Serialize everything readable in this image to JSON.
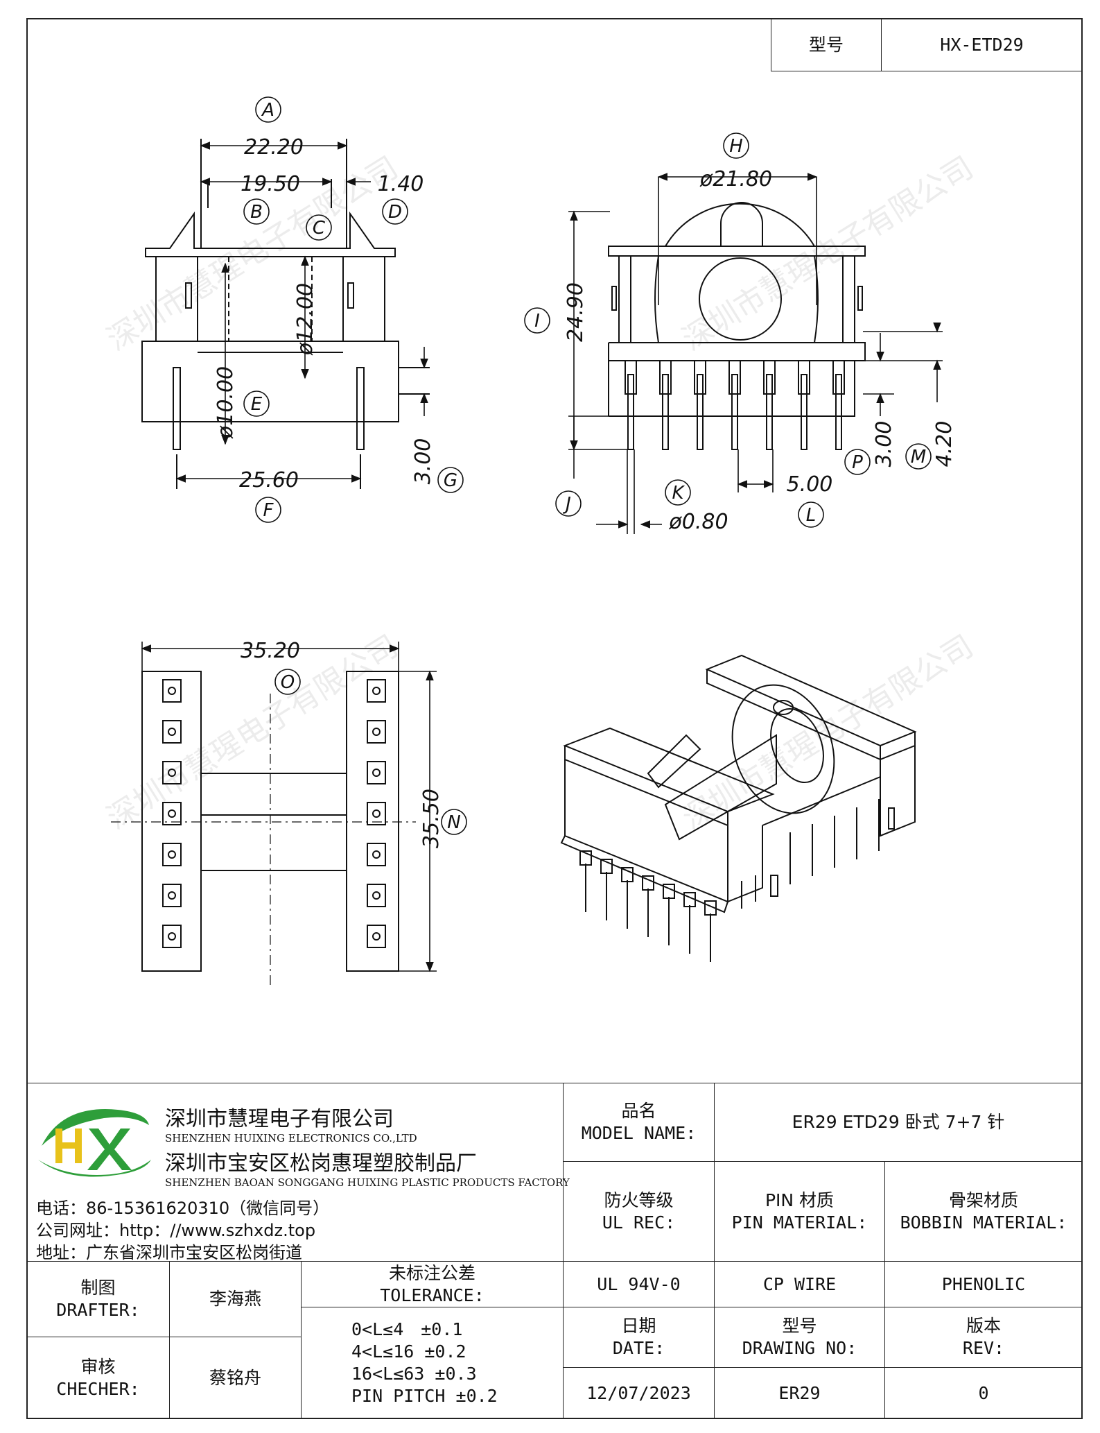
{
  "header": {
    "model_label": "型号",
    "model_value": "HX-ETD29"
  },
  "drawing": {
    "dim_A_label": "A",
    "dim_A": "22.20",
    "dim_B_label": "B",
    "dim_B": "19.50",
    "dim_C_label": "C",
    "dim_C": "ø12.00",
    "dim_D_label": "D",
    "dim_D": "1.40",
    "dim_E_label": "E",
    "dim_E": "ø10.00",
    "dim_F_label": "F",
    "dim_F": "25.60",
    "dim_G_label": "G",
    "dim_G": "3.00",
    "dim_H_label": "H",
    "dim_H": "ø21.80",
    "dim_I_label": "I",
    "dim_I": "24.90",
    "dim_J_label": "J",
    "dim_K_label": "K",
    "dim_K": "ø0.80",
    "dim_L_label": "L",
    "dim_L": "5.00",
    "dim_M_label": "M",
    "dim_M": "4.20",
    "dim_P_label": "P",
    "dim_P": "3.00",
    "dim_O_label": "O",
    "dim_O": "35.20",
    "dim_N_label": "N",
    "dim_N": "35.50"
  },
  "watermark": "深圳市慧瑆电子有限公司",
  "company": {
    "logo_text": "HX",
    "name1": "深圳市慧瑆电子有限公司",
    "name1_en": "SHENZHEN HUIXING ELECTRONICS CO.,LTD",
    "name2": "深圳市宝安区松岗惠瑆塑胶制品厂",
    "name2_en": "SHENZHEN BAOAN SONGGANG HUIXING PLASTIC PRODUCTS FACTORY",
    "phone": "电话：86-15361620310（微信同号）",
    "website": "公司网址：http：//www.szhxdz.top",
    "address": "地址：广东省深圳市宝安区松岗街道"
  },
  "title_block": {
    "product_name_cn": "品名",
    "product_name_en": "MODEL NAME:",
    "product_name_value": "ER29 ETD29 卧式 7+7 针",
    "fire_cn": "防火等级",
    "fire_en": "UL REC:",
    "pin_cn": "PIN 材质",
    "pin_en": "PIN MATERIAL:",
    "bobbin_cn": "骨架材质",
    "bobbin_en": "BOBBIN MATERIAL:",
    "fire_value": "UL 94V-0",
    "pin_value": "CP WIRE",
    "bobbin_value": "PHENOLIC",
    "date_cn": "日期",
    "date_en": "DATE:",
    "drawing_no_cn": "型号",
    "drawing_no_en": "DRAWING NO:",
    "rev_cn": "版本",
    "rev_en": "REV:",
    "date_value": "12/07/2023",
    "drawing_no_value": "ER29",
    "rev_value": "0",
    "drafter_cn": "制图",
    "drafter_en": "DRAFTER:",
    "drafter_value": "李海燕",
    "checker_cn": "审核",
    "checker_en": "CHECHER:",
    "checker_value": "蔡铭舟",
    "tolerance_cn": "未标注公差",
    "tolerance_en": "TOLERANCE:",
    "tolerance_lines": [
      "0<L≤4　±0.1",
      "4<L≤16 ±0.2",
      "16<L≤63 ±0.3",
      "PIN PITCH ±0.2"
    ]
  },
  "colors": {
    "logo_green": "#2e9e3a",
    "logo_yellow": "#e8c21a"
  }
}
